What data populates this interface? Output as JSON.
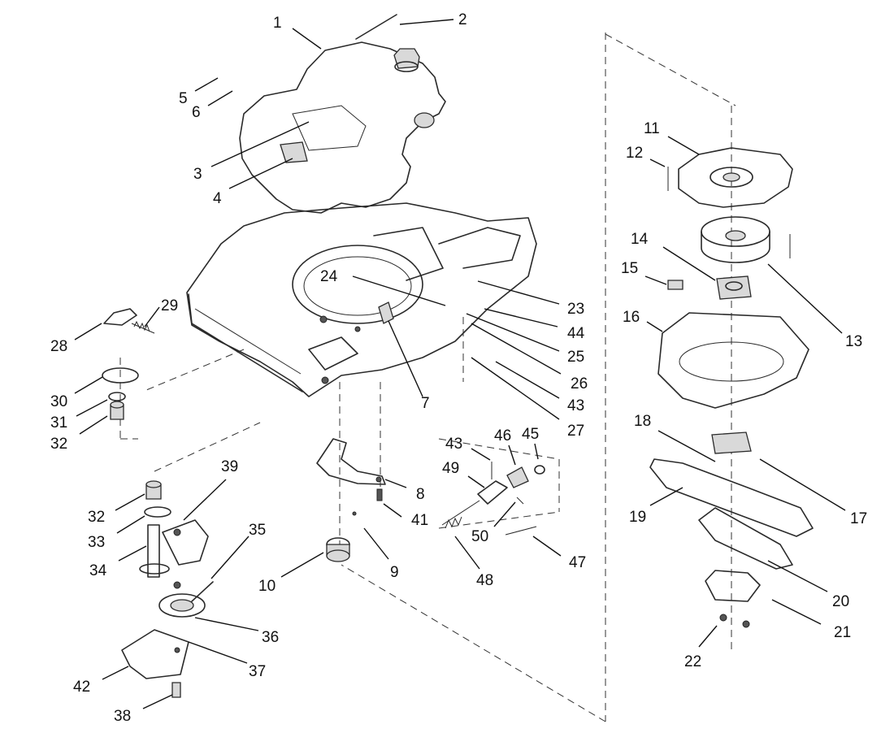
{
  "callouts": [
    {
      "id": "1",
      "text": "1"
    },
    {
      "id": "2",
      "text": "2"
    },
    {
      "id": "3",
      "text": "3"
    },
    {
      "id": "4",
      "text": "4"
    },
    {
      "id": "5",
      "text": "5"
    },
    {
      "id": "6",
      "text": "6"
    },
    {
      "id": "7",
      "text": "7"
    },
    {
      "id": "8",
      "text": "8"
    },
    {
      "id": "9",
      "text": "9"
    },
    {
      "id": "10",
      "text": "10"
    },
    {
      "id": "11",
      "text": "11"
    },
    {
      "id": "12",
      "text": "12"
    },
    {
      "id": "13",
      "text": "13"
    },
    {
      "id": "14",
      "text": "14"
    },
    {
      "id": "15",
      "text": "15"
    },
    {
      "id": "16",
      "text": "16"
    },
    {
      "id": "17",
      "text": "17"
    },
    {
      "id": "18",
      "text": "18"
    },
    {
      "id": "19",
      "text": "19"
    },
    {
      "id": "20",
      "text": "20"
    },
    {
      "id": "21",
      "text": "21"
    },
    {
      "id": "22",
      "text": "22"
    },
    {
      "id": "23",
      "text": "23"
    },
    {
      "id": "24",
      "text": "24"
    },
    {
      "id": "25",
      "text": "25"
    },
    {
      "id": "26",
      "text": "26"
    },
    {
      "id": "27",
      "text": "27"
    },
    {
      "id": "28",
      "text": "28"
    },
    {
      "id": "29",
      "text": "29"
    },
    {
      "id": "30",
      "text": "30"
    },
    {
      "id": "31",
      "text": "31"
    },
    {
      "id": "32a",
      "text": "32"
    },
    {
      "id": "32b",
      "text": "32"
    },
    {
      "id": "33",
      "text": "33"
    },
    {
      "id": "34",
      "text": "34"
    },
    {
      "id": "35",
      "text": "35"
    },
    {
      "id": "36",
      "text": "36"
    },
    {
      "id": "37",
      "text": "37"
    },
    {
      "id": "38",
      "text": "38"
    },
    {
      "id": "39",
      "text": "39"
    },
    {
      "id": "41",
      "text": "41"
    },
    {
      "id": "42",
      "text": "42"
    },
    {
      "id": "43a",
      "text": "43"
    },
    {
      "id": "43b",
      "text": "43"
    },
    {
      "id": "44",
      "text": "44"
    },
    {
      "id": "45",
      "text": "45"
    },
    {
      "id": "46",
      "text": "46"
    },
    {
      "id": "47",
      "text": "47"
    },
    {
      "id": "48",
      "text": "48"
    },
    {
      "id": "49",
      "text": "49"
    },
    {
      "id": "50",
      "text": "50"
    }
  ]
}
